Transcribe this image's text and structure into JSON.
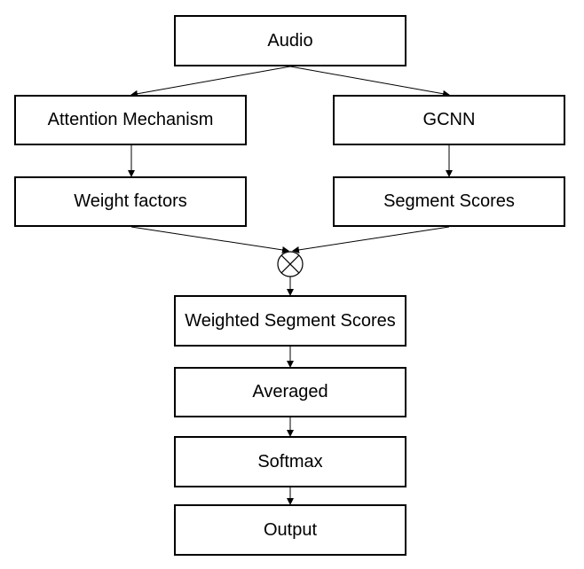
{
  "nodes": {
    "audio": "Audio",
    "attention": "Attention Mechanism",
    "gcnn": "GCNN",
    "weight_factors": "Weight factors",
    "segment_scores": "Segment Scores",
    "weighted_segment_scores": "Weighted Segment Scores",
    "averaged": "Averaged",
    "softmax": "Softmax",
    "output": "Output"
  },
  "edges": [
    {
      "from": "Audio",
      "to": "Attention Mechanism"
    },
    {
      "from": "Audio",
      "to": "GCNN"
    },
    {
      "from": "Attention Mechanism",
      "to": "Weight factors"
    },
    {
      "from": "GCNN",
      "to": "Segment Scores"
    },
    {
      "from": "Weight factors",
      "to": "multiply-operator"
    },
    {
      "from": "Segment Scores",
      "to": "multiply-operator"
    },
    {
      "from": "multiply-operator",
      "to": "Weighted Segment Scores"
    },
    {
      "from": "Weighted Segment Scores",
      "to": "Averaged"
    },
    {
      "from": "Averaged",
      "to": "Softmax"
    },
    {
      "from": "Softmax",
      "to": "Output"
    }
  ],
  "operator_icon": "multiply-circle-icon",
  "colors": {
    "stroke": "#000000",
    "fill": "#ffffff",
    "text": "#000000"
  }
}
